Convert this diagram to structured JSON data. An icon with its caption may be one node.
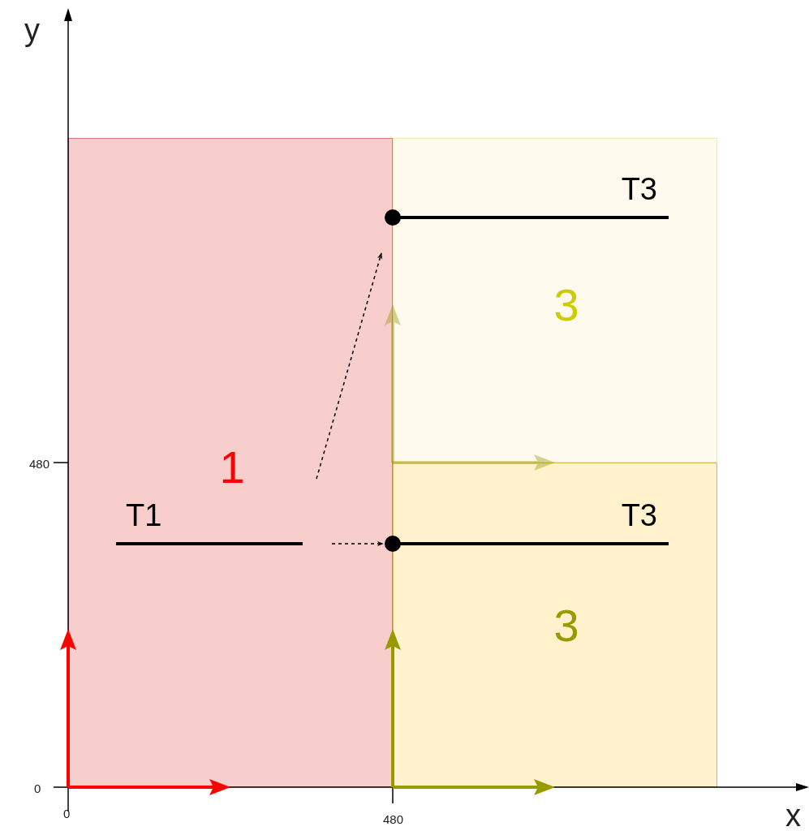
{
  "diagram": {
    "nodes": [
      {
        "text": [
          "1"
        ]
      },
      {
        "text": [
          "3"
        ]
      },
      {
        "text": [
          "3"
        ]
      },
      {
        "text": [
          "T1"
        ],
        "in": 0
      },
      {
        "text": [
          "T3"
        ],
        "in": 1
      },
      {
        "text": [
          "T3"
        ],
        "in": 2
      }
    ],
    "edges": [
      {
        "from": 3,
        "to": 5,
        "arrow": "to",
        "style": "dashed"
      },
      {
        "from": 3,
        "to": 4,
        "arrow": "to",
        "style": "dashed"
      }
    ],
    "labels": [
      "y",
      "480",
      "0",
      "0",
      "480",
      "x"
    ]
  }
}
